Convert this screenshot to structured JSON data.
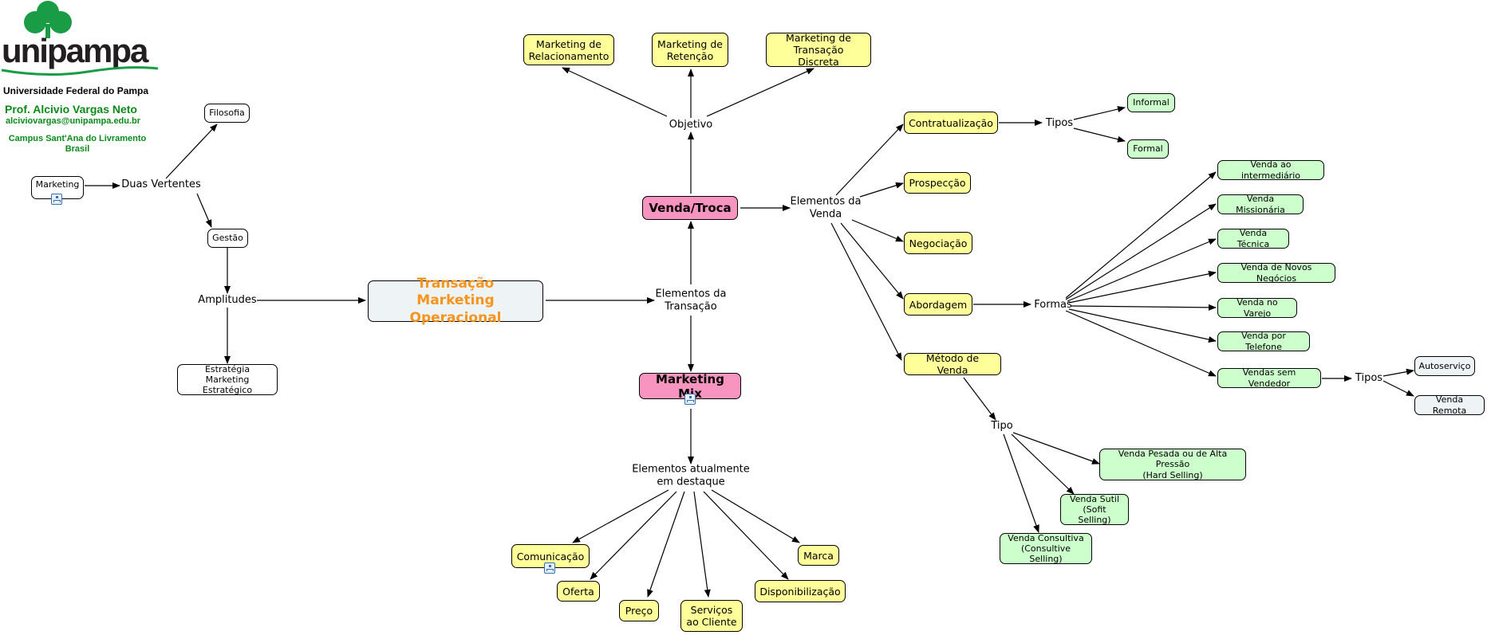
{
  "header": {
    "university": "Universidade Federal do Pampa",
    "professor": "Prof. Alcivio Vargas Neto",
    "email": "alciviovargas@unipampa.edu.br",
    "campus": "Campus Sant'Ana do Livramento\nBrasil"
  },
  "logo": {
    "wordmark": "unipampa",
    "tree_color": "#1a9b45",
    "text_color": "#231f20",
    "swoosh_color": "#1a9b45"
  },
  "nodes": {
    "marketing": "Marketing",
    "filosofia": "Filosofia",
    "gestao": "Gestão",
    "estrategia": "Estratégia\nMarketing Estratégico",
    "transacao": "Transação\nMarketing Operacional",
    "mkt_relacionamento": "Marketing de\nRelacionamento",
    "mkt_retencao": "Marketing de\nRetenção",
    "mkt_transacao_discreta": "Marketing de\nTransação Discreta",
    "venda_troca": "Venda/Troca",
    "marketing_mix": "Marketing Mix",
    "comunicacao": "Comunicação",
    "oferta": "Oferta",
    "preco": "Preço",
    "servicos": "Serviços\nao Cliente",
    "disponibilizacao": "Disponibilização",
    "marca": "Marca",
    "contratualizacao": "Contratualização",
    "prospeccao": "Prospecção",
    "negociacao": "Negociação",
    "abordagem": "Abordagem",
    "metodo_venda": "Método de Venda",
    "informal": "Informal",
    "formal": "Formal",
    "venda_intermediario": "Venda ao intermediário",
    "venda_missionaria": "Venda Missionária",
    "venda_tecnica": "Venda Técnica",
    "venda_novos_negocios": "Venda de Novos Negócios",
    "venda_varejo": "Venda no Varejo",
    "venda_telefone": "Venda por Telefone",
    "vendas_sem_vendedor": "Vendas sem Vendedor",
    "autoservico": "Autoserviço",
    "venda_remota": "Venda Remota",
    "venda_pesada": "Venda Pesada ou de Alta Pressão\n(Hard Selling)",
    "venda_sutil": "Venda Sutil\n(Sofit Selling)",
    "venda_consultiva": "Venda Consultiva\n(Consultive Selling)"
  },
  "labels": {
    "duas_vertentes": "Duas Vertentes",
    "amplitudes": "Amplitudes",
    "objetivo": "Objetivo",
    "elementos_transacao": "Elementos da\nTransação",
    "elementos_venda": "Elementos da\nVenda",
    "elementos_destaque": "Elementos atualmente\nem destaque",
    "tipos_contratualizacao": "Tipos",
    "formas": "Formas",
    "tipos_sem_vendedor": "Tipos",
    "tipo_metodo": "Tipo"
  },
  "colors": {
    "concept_yellow": "#ffff99",
    "concept_green": "#ccffcc",
    "concept_pink": "#f794c0",
    "concept_grey": "#eef3f6",
    "main_text_orange": "#f7941d",
    "header_green": "#0b8a1a"
  },
  "icons": [
    "submap-icon"
  ]
}
